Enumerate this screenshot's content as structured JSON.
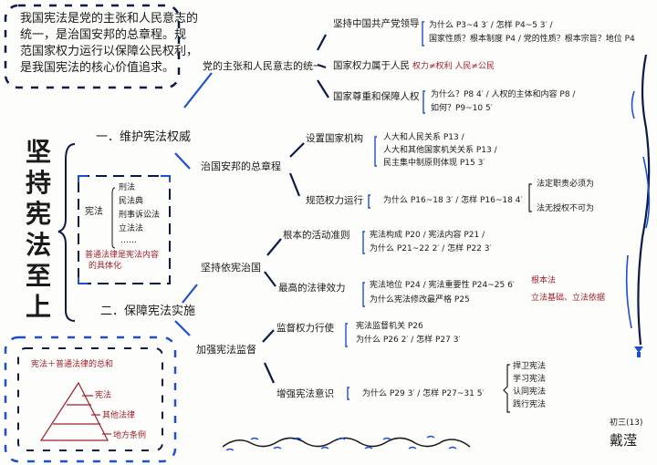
{
  "intro": {
    "lines": [
      "我国宪法是党的主张和人民意志的",
      "统一，是治国安邦的总章程。规",
      "范国家权力运行以保障公民权利，",
      "是我国宪法的核心价值追求。"
    ]
  },
  "title": "坚持宪法至上",
  "sections": {
    "one": "一．维护宪法权威",
    "two": "二．保障宪法实施"
  },
  "constitution_box": {
    "label": "宪法",
    "laws": [
      "刑法",
      "民法典",
      "刑事诉讼法",
      "立法法",
      "……"
    ],
    "note": [
      "普通法律是宪法内容",
      "的具体化"
    ]
  },
  "pyramid_box": {
    "caption": "宪法＋普通法律的总和",
    "levels": [
      "宪法",
      "其他法律",
      "地方条例"
    ]
  },
  "branches": [
    {
      "label": "党的主张和人民意志的统一",
      "children": [
        {
          "label": "坚持中国共产党领导",
          "items": [
            "为什么 P3~4 3′ / 怎样 P4~5 3′ /",
            "国家性质？根本制度 P4 / 党的性质？根本宗旨？地位 P4"
          ]
        },
        {
          "label": "国家权力属于人民",
          "note": "权力≠权利  人民≠公民"
        },
        {
          "label": "国家尊重和保障人权",
          "items": [
            "为什么？P8 4′ / 人权的主体和内容 P8 /",
            "如何？P9~10 5′"
          ]
        }
      ]
    },
    {
      "label": "治国安邦的总章程",
      "children": [
        {
          "label": "设置国家机构",
          "items": [
            "人大和人民关系 P13 /",
            "人大和其他国家机关关系 P13 /",
            "民主集中制原则体现 P15 3′"
          ]
        },
        {
          "label": "规范权力运行",
          "items": [
            "为什么 P16~18 3′ / 怎样 P16~18 4′"
          ],
          "sub": [
            "法定职责必须为",
            "法无授权不可为"
          ]
        }
      ]
    },
    {
      "label": "坚持依宪治国",
      "children": [
        {
          "label": "根本的活动准则",
          "items": [
            "宪法构成 P20 / 宪法内容 P21 /",
            "为什么 P21~22 2′ / 怎样 P22 3′"
          ]
        },
        {
          "label": "最高的法律效力",
          "items": [
            "宪法地位 P24 / 宪法重要性 P24~25 6′",
            "为什么宪法修改最严格 P25"
          ],
          "notes": [
            "根本法",
            "立法基础、立法依据"
          ]
        }
      ]
    },
    {
      "label": "加强宪法监督",
      "children": [
        {
          "label": "监督权力行使",
          "items": [
            "宪法监督机关 P26",
            "为什么 P26 2′ / 怎样 P27 3′"
          ]
        },
        {
          "label": "增强宪法意识",
          "items": [
            "为什么 P29 3′ / 怎样 P27~31 5′"
          ],
          "sub": [
            "捍卫宪法",
            "学习宪法",
            "认同宪法",
            "践行宪法"
          ]
        }
      ]
    }
  ],
  "author": {
    "class": "初三(13)",
    "name": "戴滢"
  },
  "colors": {
    "ink": "#1a1a1a",
    "blue": "#1d4fd0",
    "navy": "#0c1a4a",
    "red": "#a0202a"
  }
}
